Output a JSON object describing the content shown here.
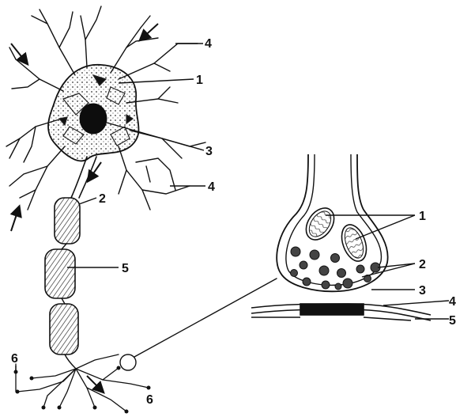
{
  "colors": {
    "ink": "#111111",
    "paper": "#ffffff",
    "nucleus": "#0d0d0d"
  },
  "labels": {
    "neuron": {
      "dendrite_top": "4",
      "cell_body": "1",
      "nucleus": "3",
      "dendrite_right": "4",
      "axon_hillock": "2",
      "myelin_sheath": "5",
      "terminal_left": "6",
      "terminal_bottom": "6"
    },
    "synapse": {
      "mitochondria": "1",
      "vesicles": "2",
      "presynaptic_membrane": "3",
      "synaptic_cleft": "4",
      "postsynaptic_membrane": "5"
    }
  }
}
